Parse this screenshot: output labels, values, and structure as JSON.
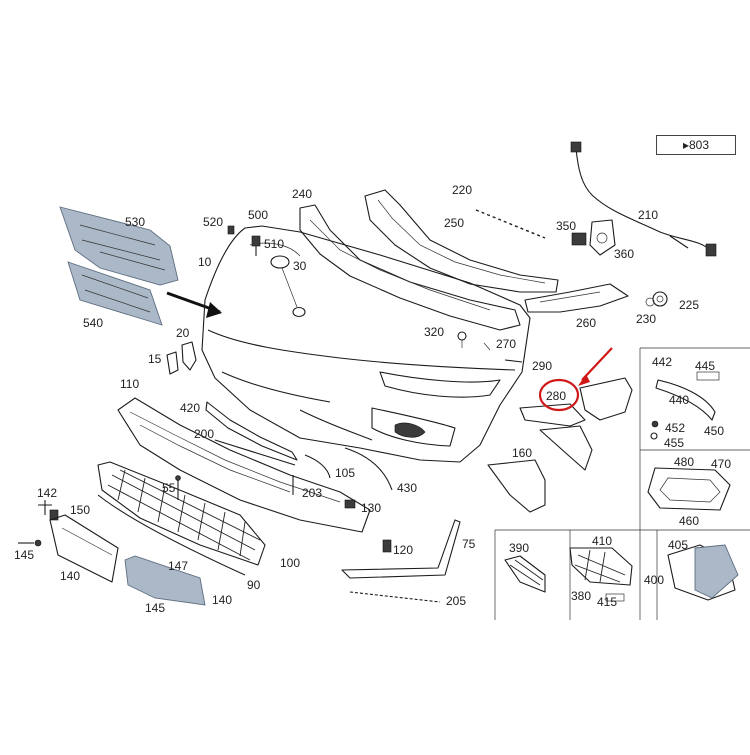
{
  "diagram": {
    "reference_box": {
      "arrow": "▸",
      "label": "803"
    },
    "highlight_color": "#d01818",
    "highlighted_part": "280",
    "labels": {
      "p10": "10",
      "p15": "15",
      "p20": "20",
      "p30": "30",
      "p55": "55",
      "p75": "75",
      "p90": "90",
      "p100": "100",
      "p105": "105",
      "p110": "110",
      "p120": "120",
      "p130": "130",
      "p140a": "140",
      "p140b": "140",
      "p142": "142",
      "p145a": "145",
      "p145b": "145",
      "p147": "147",
      "p150": "150",
      "p160": "160",
      "p200": "200",
      "p203": "203",
      "p205": "205",
      "p210": "210",
      "p220": "220",
      "p225": "225",
      "p230": "230",
      "p240": "240",
      "p250": "250",
      "p260": "260",
      "p270": "270",
      "p280": "280",
      "p290": "290",
      "p320": "320",
      "p350": "350",
      "p360": "360",
      "p380": "380",
      "p390": "390",
      "p400": "400",
      "p405": "405",
      "p410": "410",
      "p415": "415",
      "p420": "420",
      "p430": "430",
      "p440": "440",
      "p442": "442",
      "p445": "445",
      "p450": "450",
      "p452": "452",
      "p455": "455",
      "p460": "460",
      "p470": "470",
      "p480": "480",
      "p500": "500",
      "p510": "510",
      "p520": "520",
      "p530": "530",
      "p540": "540"
    }
  }
}
